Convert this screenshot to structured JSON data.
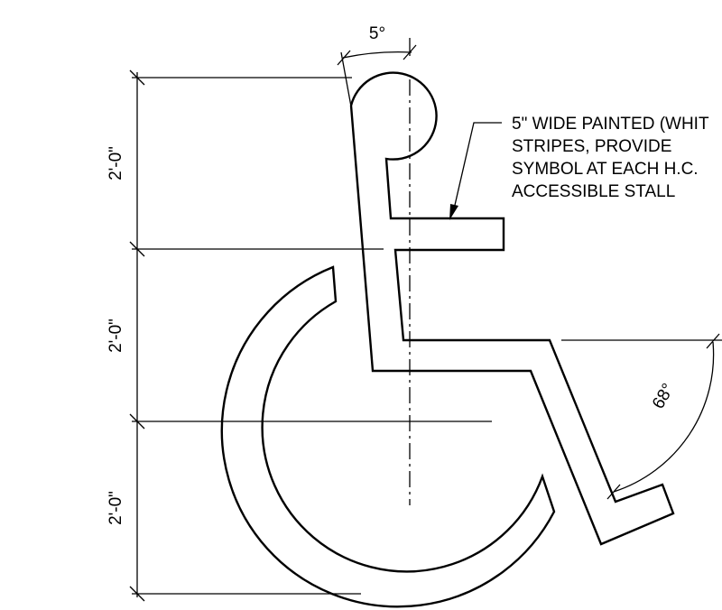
{
  "dimensions": {
    "top_angle": "5°",
    "height_upper": "2'-0\"",
    "height_middle": "2'-0\"",
    "height_lower": "2'-0\"",
    "arm_angle": "68°"
  },
  "note": {
    "line1": "5\" WIDE PAINTED (WHIT",
    "line2": "STRIPES, PROVIDE",
    "line3": "SYMBOL AT EACH H.C.",
    "line4": "ACCESSIBLE STALL"
  }
}
